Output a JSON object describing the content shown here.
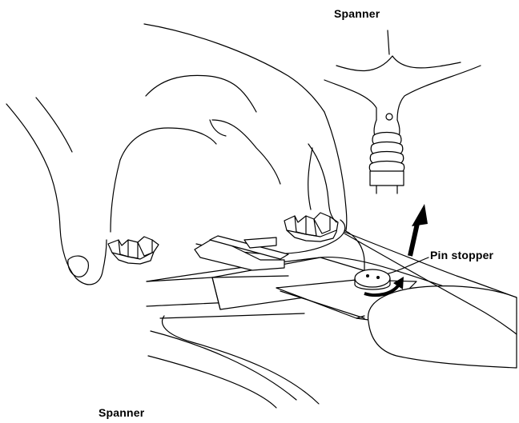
{
  "labels": {
    "spanner_top": "Spanner",
    "pin_stopper": "Pin stopper",
    "spanner_bottom": "Spanner"
  }
}
